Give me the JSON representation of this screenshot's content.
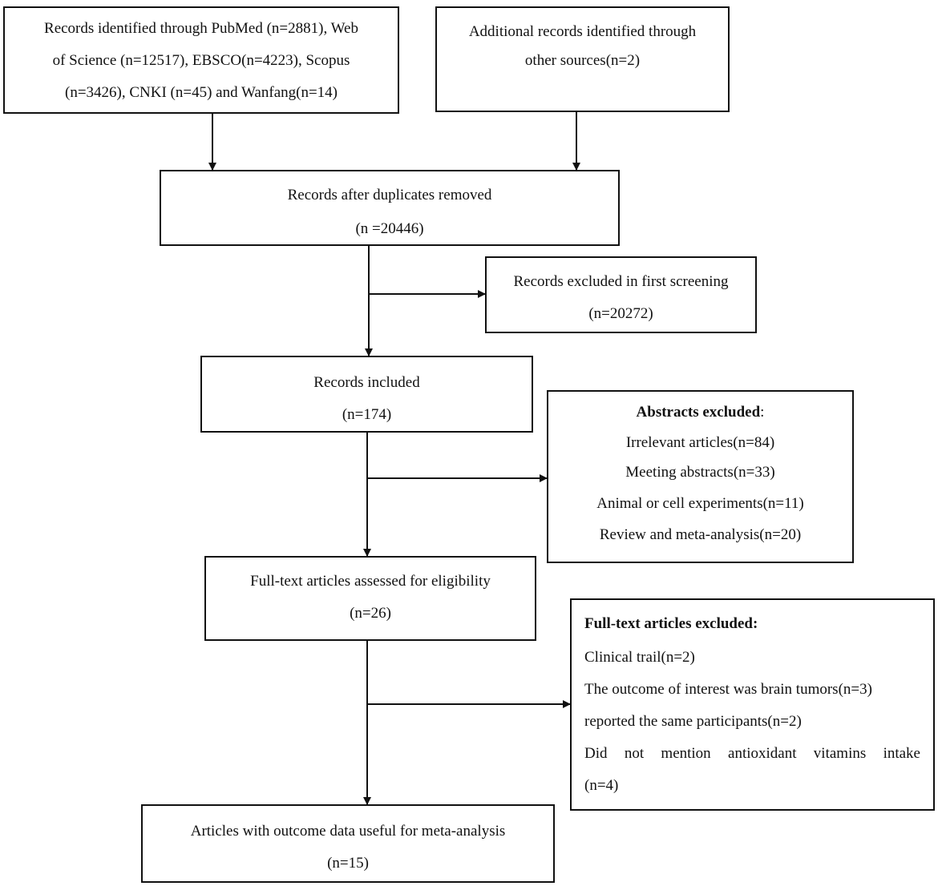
{
  "boxes": {
    "identified": {
      "lines": [
        "Records identified through PubMed (n=2881), Web",
        "of Science (n=12517), EBSCO(n=4223), Scopus",
        "(n=3426), CNKI (n=45) and Wanfang(n=14)"
      ]
    },
    "additional": {
      "lines": [
        "Additional records identified through",
        "other sources(n=2)"
      ]
    },
    "duplicates_removed": {
      "lines": [
        "Records after duplicates removed",
        "(n =20446)"
      ]
    },
    "first_screening_excluded": {
      "lines": [
        "Records excluded in first screening",
        "(n=20272)"
      ]
    },
    "included": {
      "lines": [
        "Records included",
        "(n=174)"
      ]
    },
    "abstracts_excluded": {
      "heading": "Abstracts excluded",
      "heading_suffix": ":",
      "lines": [
        "Irrelevant articles(n=84)",
        "Meeting abstracts(n=33)",
        "Animal or cell experiments(n=11)",
        "Review and meta-analysis(n=20)"
      ]
    },
    "full_text_assessed": {
      "lines": [
        "Full-text articles assessed for eligibility",
        "(n=26)"
      ]
    },
    "full_text_excluded": {
      "heading": "Full-text articles excluded:",
      "lines": [
        "Clinical trail(n=2)",
        "The outcome of interest was brain tumors(n=3)",
        "reported the same participants(n=2)",
        "Did not mention antioxidant vitamins intake",
        "(n=4)"
      ]
    },
    "final": {
      "lines": [
        "Articles with outcome data useful for meta-analysis",
        "(n=15)"
      ]
    }
  }
}
